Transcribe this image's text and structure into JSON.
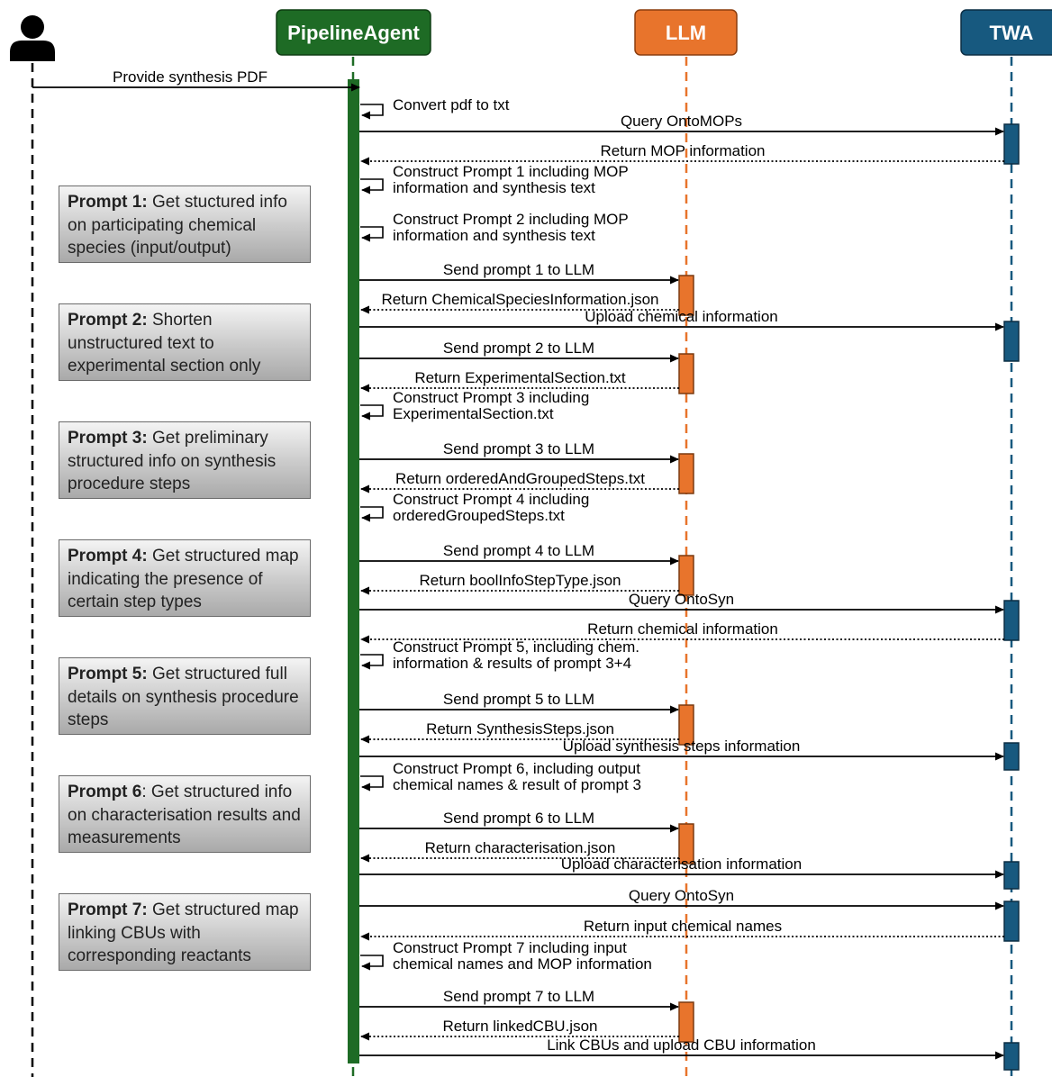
{
  "participants": {
    "pipeline": "PipelineAgent",
    "llm": "LLM",
    "twa": "TWA"
  },
  "colors": {
    "pipeline": "#1e6b25",
    "llm": "#e8742c",
    "twa": "#17597f",
    "user": "#000000"
  },
  "user_icon": "user-icon",
  "notes": [
    {
      "title": "Prompt 1:",
      "text": "Get stuctured info on participating chemical species  (input/output)"
    },
    {
      "title": "Prompt 2:",
      "text": "Shorten unstructured text to experimental section only"
    },
    {
      "title": "Prompt 3:",
      "text": "Get preliminary structured info on synthesis procedure steps"
    },
    {
      "title": "Prompt 4:",
      "text": "Get structured map indicating the presence of certain step types"
    },
    {
      "title": "Prompt 5:",
      "text": "Get structured full details on synthesis procedure steps"
    },
    {
      "title": "Prompt 6",
      "text": ": Get structured info on characterisation results and measurements"
    },
    {
      "title": "Prompt 7:",
      "text": "Get structured map linking CBUs with corresponding reactants"
    }
  ],
  "messages": [
    {
      "from": "user",
      "to": "pipeline",
      "kind": "call",
      "label": "Provide synthesis PDF"
    },
    {
      "from": "pipeline",
      "to": "pipeline",
      "kind": "self",
      "label": "Convert pdf to txt"
    },
    {
      "from": "pipeline",
      "to": "twa",
      "kind": "call",
      "label": "Query OntoMOPs"
    },
    {
      "from": "twa",
      "to": "pipeline",
      "kind": "return",
      "label": "Return MOP information"
    },
    {
      "from": "pipeline",
      "to": "pipeline",
      "kind": "self",
      "label": "Construct Prompt 1 including MOP\ninformation and synthesis text"
    },
    {
      "from": "pipeline",
      "to": "pipeline",
      "kind": "self",
      "label": "Construct Prompt 2 including MOP\ninformation and synthesis text"
    },
    {
      "from": "pipeline",
      "to": "llm",
      "kind": "call",
      "label": "Send prompt 1 to LLM"
    },
    {
      "from": "llm",
      "to": "pipeline",
      "kind": "return",
      "label": "Return ChemicalSpeciesInformation.json"
    },
    {
      "from": "pipeline",
      "to": "twa",
      "kind": "call",
      "label": "Upload chemical information"
    },
    {
      "from": "pipeline",
      "to": "llm",
      "kind": "call",
      "label": "Send prompt 2 to LLM"
    },
    {
      "from": "llm",
      "to": "pipeline",
      "kind": "return",
      "label": "Return ExperimentalSection.txt"
    },
    {
      "from": "pipeline",
      "to": "pipeline",
      "kind": "self",
      "label": "Construct Prompt 3 including\nExperimentalSection.txt"
    },
    {
      "from": "pipeline",
      "to": "llm",
      "kind": "call",
      "label": "Send prompt 3 to LLM"
    },
    {
      "from": "llm",
      "to": "pipeline",
      "kind": "return",
      "label": "Return orderedAndGroupedSteps.txt"
    },
    {
      "from": "pipeline",
      "to": "pipeline",
      "kind": "self",
      "label": "Construct Prompt 4 including\norderedGroupedSteps.txt"
    },
    {
      "from": "pipeline",
      "to": "llm",
      "kind": "call",
      "label": "Send prompt 4 to LLM"
    },
    {
      "from": "llm",
      "to": "pipeline",
      "kind": "return",
      "label": "Return boolInfoStepType.json"
    },
    {
      "from": "pipeline",
      "to": "twa",
      "kind": "call",
      "label": "Query OntoSyn"
    },
    {
      "from": "twa",
      "to": "pipeline",
      "kind": "return",
      "label": "Return chemical information"
    },
    {
      "from": "pipeline",
      "to": "pipeline",
      "kind": "self",
      "label": "Construct Prompt 5, including chem.\ninformation & results of prompt 3+4"
    },
    {
      "from": "pipeline",
      "to": "llm",
      "kind": "call",
      "label": "Send prompt 5 to LLM"
    },
    {
      "from": "llm",
      "to": "pipeline",
      "kind": "return",
      "label": "Return SynthesisSteps.json"
    },
    {
      "from": "pipeline",
      "to": "twa",
      "kind": "call",
      "label": "Upload synthesis steps information"
    },
    {
      "from": "pipeline",
      "to": "pipeline",
      "kind": "self",
      "label": "Construct Prompt 6, including output\nchemical names & result of prompt 3"
    },
    {
      "from": "pipeline",
      "to": "llm",
      "kind": "call",
      "label": "Send prompt 6 to LLM"
    },
    {
      "from": "llm",
      "to": "pipeline",
      "kind": "return",
      "label": "Return characterisation.json"
    },
    {
      "from": "pipeline",
      "to": "twa",
      "kind": "call",
      "label": "Upload characterisation information"
    },
    {
      "from": "pipeline",
      "to": "twa",
      "kind": "call",
      "label": "Query OntoSyn"
    },
    {
      "from": "twa",
      "to": "pipeline",
      "kind": "return",
      "label": "Return input chemical names"
    },
    {
      "from": "pipeline",
      "to": "pipeline",
      "kind": "self",
      "label": "Construct Prompt 7 including input\nchemical names and MOP information"
    },
    {
      "from": "pipeline",
      "to": "llm",
      "kind": "call",
      "label": "Send prompt 7 to LLM"
    },
    {
      "from": "llm",
      "to": "pipeline",
      "kind": "return",
      "label": "Return linkedCBU.json"
    },
    {
      "from": "pipeline",
      "to": "twa",
      "kind": "call",
      "label": "Link CBUs and upload CBU information"
    }
  ]
}
